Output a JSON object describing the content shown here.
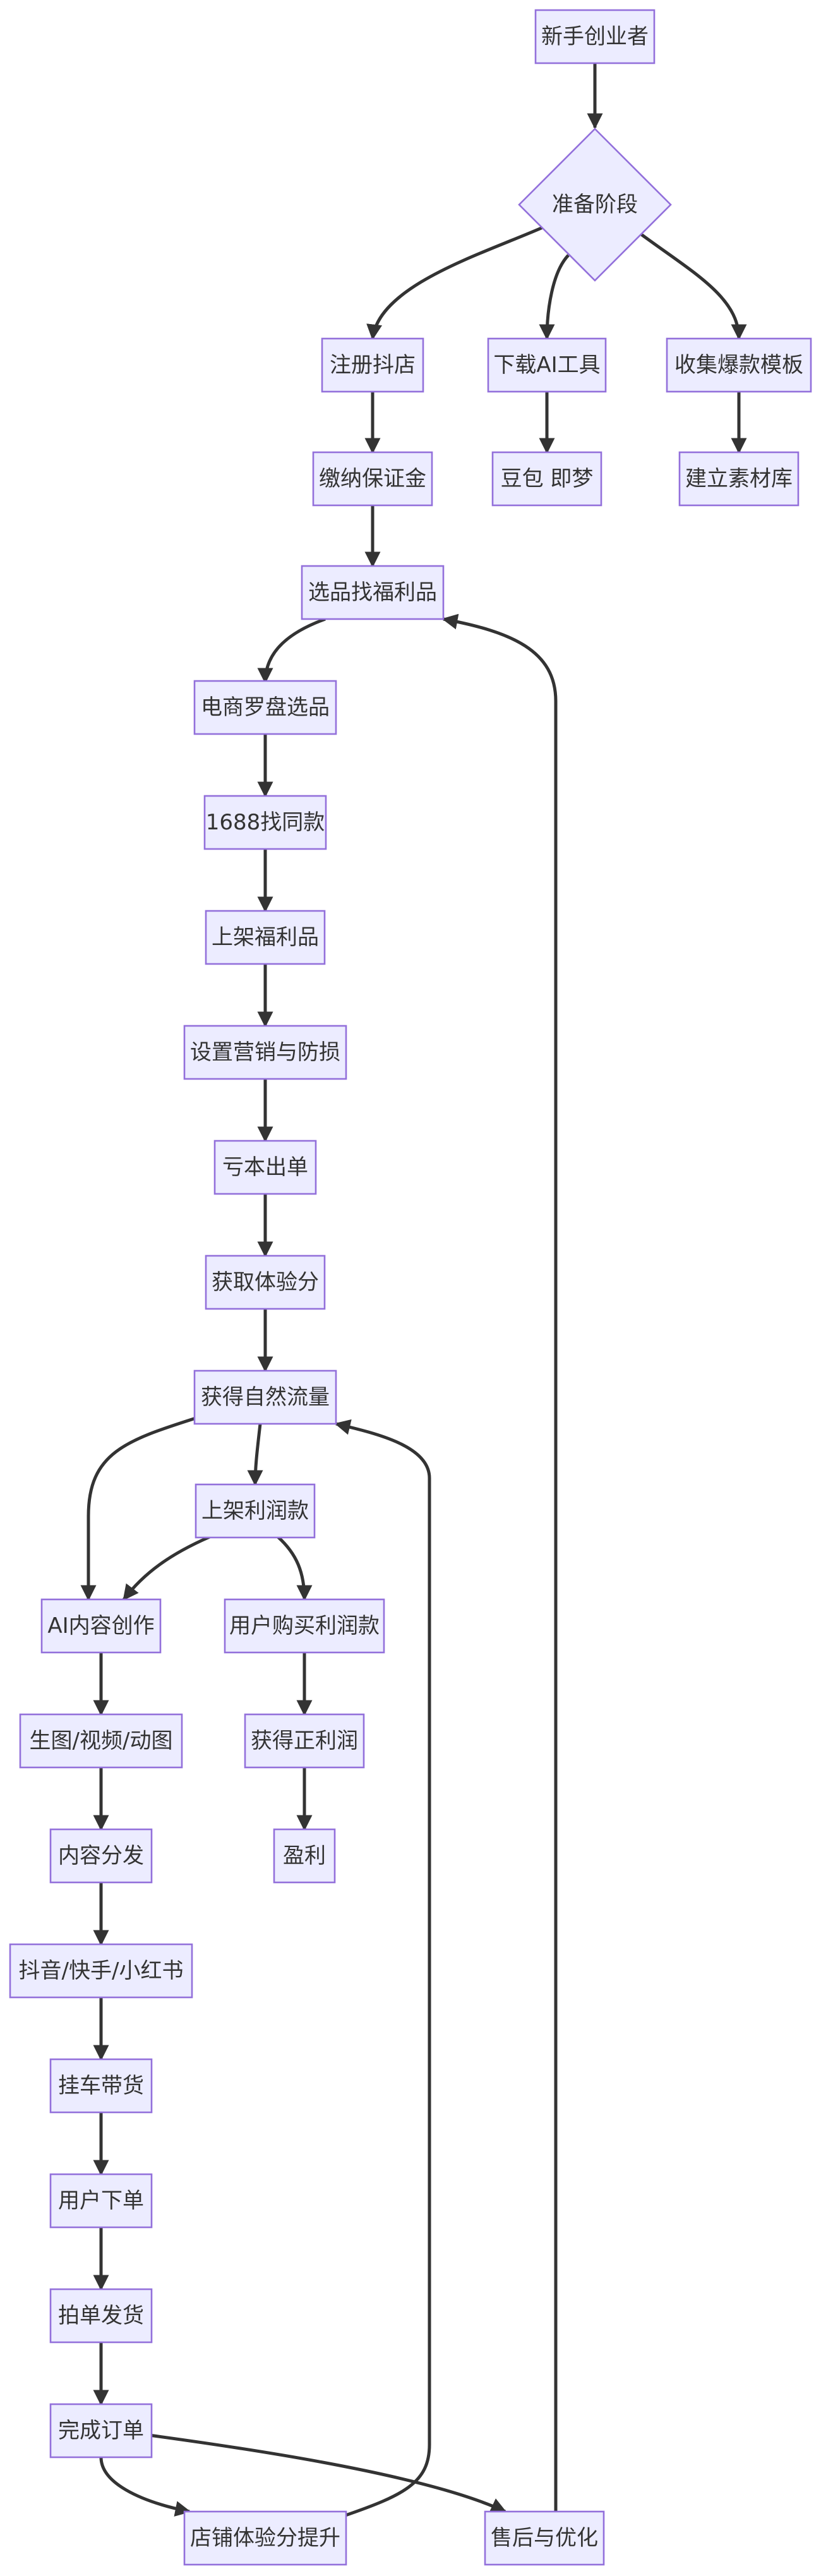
{
  "nodes": {
    "start": "新手创业者",
    "prep": "准备阶段",
    "register_store": "注册抖店",
    "download_ai": "下载AI工具",
    "collect_templates": "收集爆款模板",
    "pay_deposit": "缴纳保证金",
    "doubao_jimeng": "豆包 即梦",
    "build_library": "建立素材库",
    "pick_welfare": "选品找福利品",
    "compass_pick": "电商罗盘选品",
    "find_1688": "1688找同款",
    "list_welfare": "上架福利品",
    "marketing_loss": "设置营销与防损",
    "loss_orders": "亏本出单",
    "get_score": "获取体验分",
    "organic_traffic": "获得自然流量",
    "list_profit": "上架利润款",
    "ai_content": "AI内容创作",
    "user_buy_profit": "用户购买利润款",
    "gen_media": "生图/视频/动图",
    "get_profit": "获得正利润",
    "distribute": "内容分发",
    "profit": "盈利",
    "platforms": "抖音/快手/小红书",
    "cart_sell": "挂车带货",
    "user_order": "用户下单",
    "dropship": "拍单发货",
    "complete_order": "完成订单",
    "score_boost": "店铺体验分提升",
    "after_sales": "售后与优化"
  }
}
